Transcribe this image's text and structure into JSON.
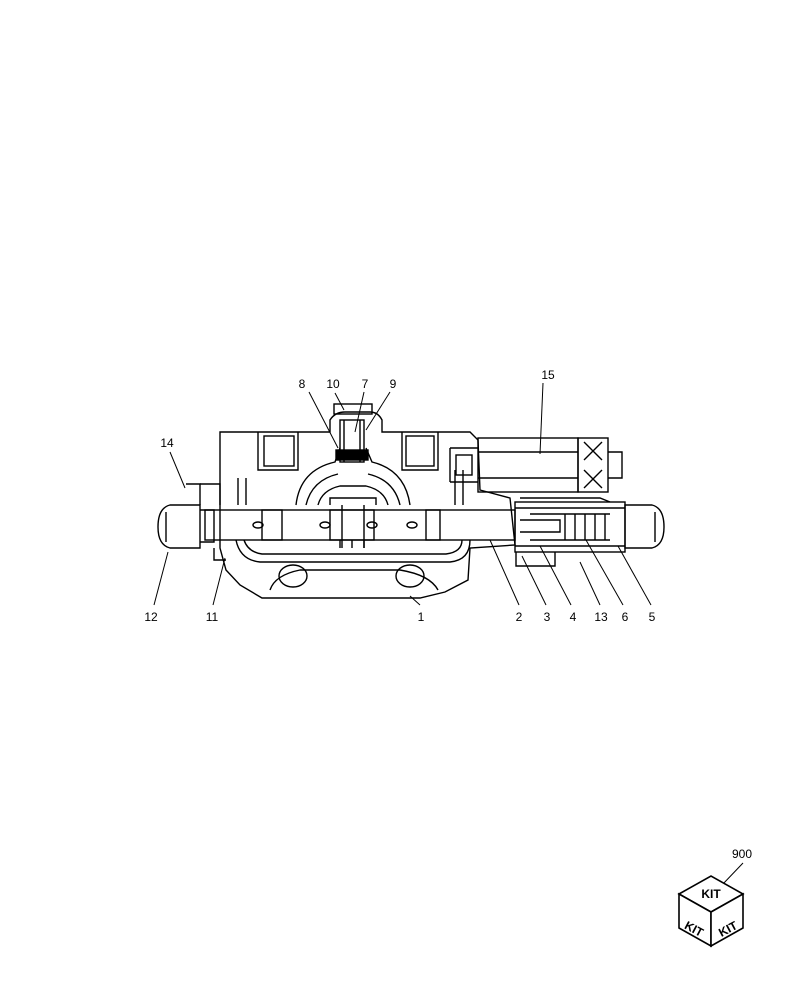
{
  "callouts": [
    {
      "id": "c1",
      "text": "1"
    },
    {
      "id": "c2",
      "text": "2"
    },
    {
      "id": "c3",
      "text": "3"
    },
    {
      "id": "c4",
      "text": "4"
    },
    {
      "id": "c5",
      "text": "5"
    },
    {
      "id": "c6",
      "text": "6"
    },
    {
      "id": "c7",
      "text": "7"
    },
    {
      "id": "c8",
      "text": "8"
    },
    {
      "id": "c9",
      "text": "9"
    },
    {
      "id": "c10",
      "text": "10"
    },
    {
      "id": "c11",
      "text": "11"
    },
    {
      "id": "c12",
      "text": "12"
    },
    {
      "id": "c13",
      "text": "13"
    },
    {
      "id": "c14",
      "text": "14"
    },
    {
      "id": "c15",
      "text": "15"
    },
    {
      "id": "c900",
      "text": "900"
    }
  ],
  "kit": {
    "top": "KIT",
    "left": "KIT",
    "right": "KIT"
  }
}
